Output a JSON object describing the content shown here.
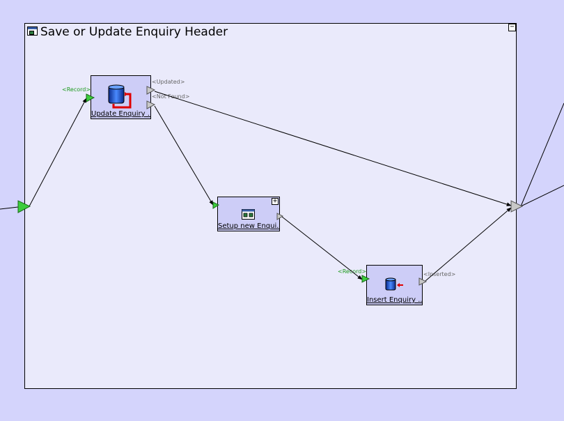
{
  "frame": {
    "title": "Save or Update Enquiry Header",
    "collapse_label": "−"
  },
  "nodes": {
    "update": {
      "label": "Update Enquiry ...",
      "input_port": "<Record>",
      "output_ports": [
        "<Updated>",
        "<Not Found>"
      ]
    },
    "setup": {
      "label": "Setup new Enqui...",
      "expand_label": "+"
    },
    "insert": {
      "label": "Insert Enquiry ...",
      "input_port": "<Record>",
      "output_port": "<Inserted>"
    }
  },
  "colors": {
    "canvas": "#d4d4fc",
    "frame": "#eaeafb",
    "node": "#cdcdf7",
    "input_port": "#3ccd3c",
    "output_port": "#c8c8c8",
    "input_label": "#1e9b1e",
    "output_label": "#666666"
  },
  "icons": {
    "frame": "subprocess-icon",
    "update": "database-update-icon",
    "setup": "subprocess-icon",
    "insert": "database-insert-icon"
  }
}
